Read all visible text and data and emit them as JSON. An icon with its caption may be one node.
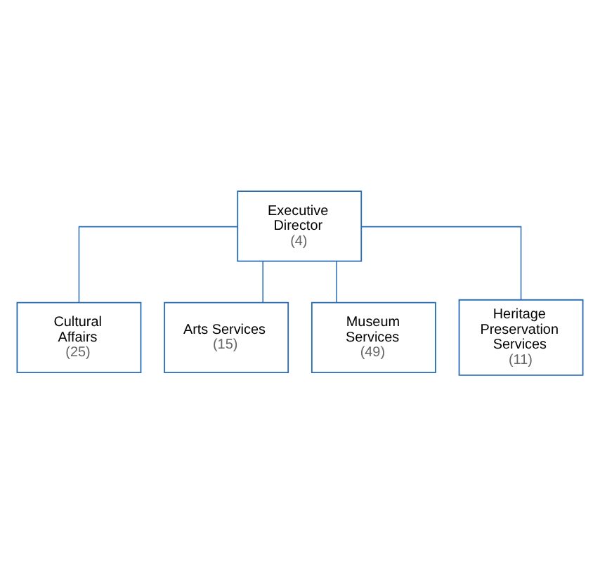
{
  "diagram": {
    "nodes": [
      {
        "text": [
          "Executive Director",
          "(4)"
        ]
      },
      {
        "text": [
          "Cultural Affairs",
          "(25)"
        ]
      },
      {
        "text": [
          "Arts Services",
          "(15)"
        ]
      },
      {
        "text": [
          "Museum Services",
          "(49)"
        ]
      },
      {
        "text": [
          "Heritage Preservation Services",
          "(11)"
        ]
      }
    ],
    "edges": [
      {
        "from": 0,
        "to": 1,
        "arrow": "none"
      },
      {
        "from": 0,
        "to": 2,
        "arrow": "none"
      },
      {
        "from": 0,
        "to": 3,
        "arrow": "none"
      },
      {
        "from": 0,
        "to": 4,
        "arrow": "none"
      }
    ]
  }
}
